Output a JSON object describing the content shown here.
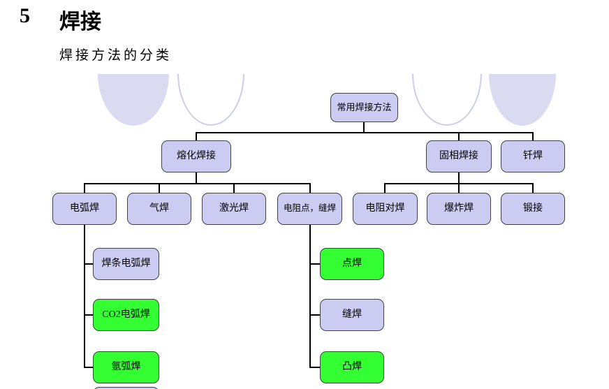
{
  "header": {
    "section_number": "5",
    "section_title": "焊接",
    "subtitle": "焊接方法的分类"
  },
  "colors": {
    "node_fill": "#ccccf2",
    "node_green": "#33ff33",
    "node_border": "#424242",
    "connector_line": "#000000",
    "circle_fill": "#dadaf0",
    "circle_outline": "#ccccec"
  },
  "diagram": {
    "nodes": [
      {
        "id": "root",
        "label": "常用焊接方法",
        "variant": "lavender"
      },
      {
        "id": "fusion",
        "label": "熔化焊接",
        "variant": "lavender"
      },
      {
        "id": "solid",
        "label": "固相焊接",
        "variant": "lavender"
      },
      {
        "id": "brazing",
        "label": "钎焊",
        "variant": "lavender"
      },
      {
        "id": "arc",
        "label": "电弧焊",
        "variant": "lavender"
      },
      {
        "id": "gas",
        "label": "气焊",
        "variant": "lavender"
      },
      {
        "id": "laser",
        "label": "激光焊",
        "variant": "lavender"
      },
      {
        "id": "spot-seam",
        "label": "电阻点，缝焊",
        "variant": "lavender"
      },
      {
        "id": "butt",
        "label": "电阻对焊",
        "variant": "lavender"
      },
      {
        "id": "explosion",
        "label": "爆炸焊",
        "variant": "lavender"
      },
      {
        "id": "forge",
        "label": "锻接",
        "variant": "lavender"
      },
      {
        "id": "smaw",
        "label": "焊条电弧焊",
        "variant": "lavender"
      },
      {
        "id": "co2",
        "label": "CO2电弧焊",
        "variant": "green"
      },
      {
        "id": "argon",
        "label": "氩弧焊",
        "variant": "green"
      },
      {
        "id": "spot",
        "label": "点焊",
        "variant": "green"
      },
      {
        "id": "seam",
        "label": "缝焊",
        "variant": "lavender"
      },
      {
        "id": "projection",
        "label": "凸焊",
        "variant": "green"
      }
    ],
    "edges": [
      [
        "root",
        "fusion"
      ],
      [
        "root",
        "solid"
      ],
      [
        "root",
        "brazing"
      ],
      [
        "fusion",
        "arc"
      ],
      [
        "fusion",
        "gas"
      ],
      [
        "fusion",
        "laser"
      ],
      [
        "fusion",
        "spot-seam"
      ],
      [
        "solid",
        "butt"
      ],
      [
        "solid",
        "explosion"
      ],
      [
        "solid",
        "forge"
      ],
      [
        "arc",
        "smaw"
      ],
      [
        "arc",
        "co2"
      ],
      [
        "arc",
        "argon"
      ],
      [
        "spot-seam",
        "spot"
      ],
      [
        "spot-seam",
        "seam"
      ],
      [
        "spot-seam",
        "projection"
      ]
    ]
  }
}
